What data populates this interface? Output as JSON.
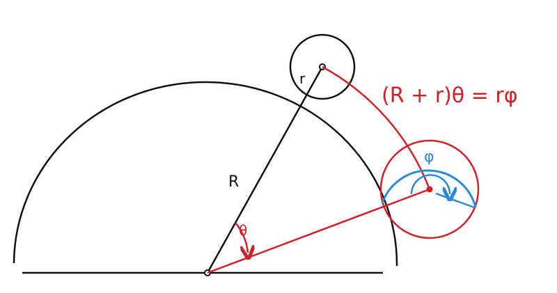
{
  "labels": {
    "small_radius": "r",
    "big_radius": "R",
    "theta": "θ",
    "phi": "φ",
    "equation": "(R + r)θ = rφ"
  },
  "colors": {
    "ink": "#111111",
    "red": "#d0202a",
    "blue": "#2a8ad6"
  }
}
